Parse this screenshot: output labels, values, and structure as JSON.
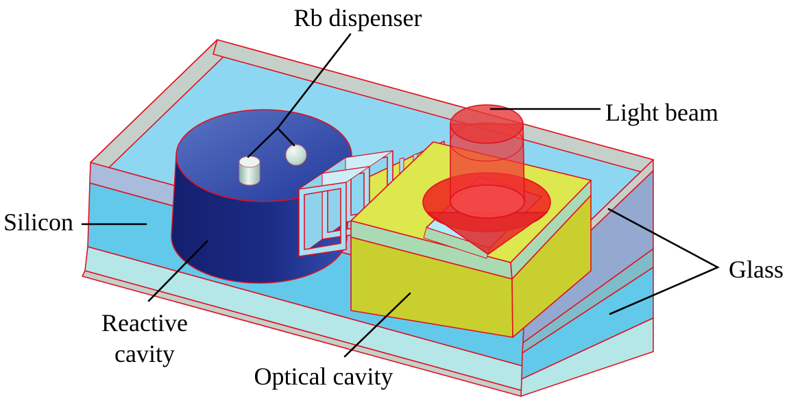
{
  "figure": {
    "type": "3d-schematic",
    "labels": {
      "rb_dispenser": "Rb dispenser",
      "light_beam": "Light beam",
      "silicon": "Silicon",
      "glass": "Glass",
      "reactive_cavity_line1": "Reactive",
      "reactive_cavity_line2": "cavity",
      "optical_cavity": "Optical cavity"
    }
  },
  "colors": {
    "edge_red": "#e0101f",
    "glass_top": "#8ed7f2",
    "glass_edge_gray": "#c6d0ca",
    "glass_side_blue": "#a9bcdc",
    "silicon_cyan": "#63c9ea",
    "bottom_glass_aqua": "#b5e7e9",
    "right_face_blue": "#93a9d0",
    "right_teal": "#7fbcca",
    "reactive_top_blue": "#3d58b0",
    "reactive_side_navy": "#1b2c85",
    "optical_yellow_top": "#dde74e",
    "optical_yellow_front": "#c9cf2f",
    "bond_green": "#a9dab4",
    "channel_blue": "#a8e0f4",
    "channel_blue_dark": "#8fd2ec",
    "channel_blue_light": "#cdeef9",
    "recess_cyan": "#b2ecfb",
    "beam_red": "#f03535",
    "beam_red_deep": "#ee1f1f",
    "dispenser_silver": "#cfe0da",
    "label_black": "#000000"
  }
}
